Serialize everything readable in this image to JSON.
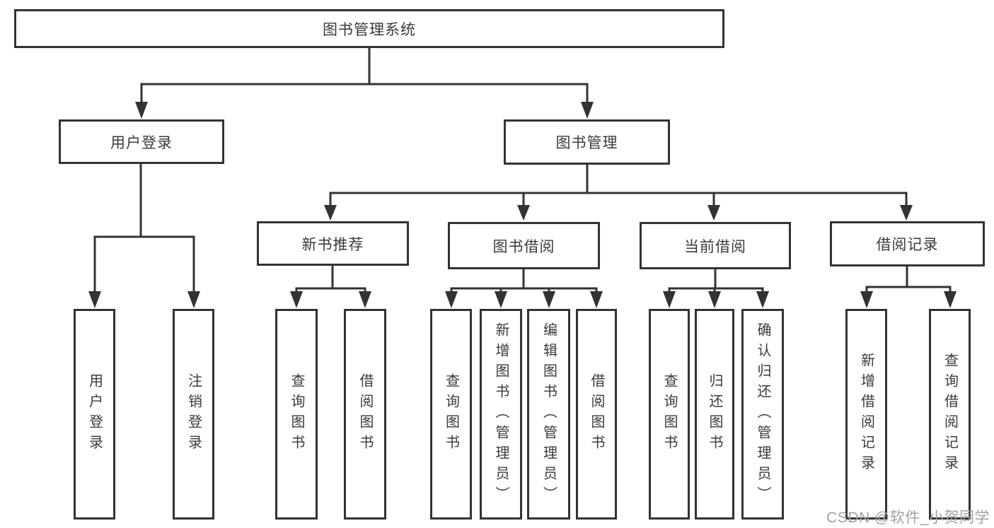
{
  "diagram": {
    "title": "图书管理系统",
    "branches": [
      {
        "label": "用户登录",
        "children": [
          "用户登录",
          "注销登录"
        ]
      },
      {
        "label": "图书管理",
        "sections": [
          {
            "label": "新书推荐",
            "children": [
              "查询图书",
              "借阅图书"
            ]
          },
          {
            "label": "图书借阅",
            "children": [
              "查询图书",
              "新增图书（管理员）",
              "编辑图书（管理员）",
              "借阅图书"
            ]
          },
          {
            "label": "当前借阅",
            "children": [
              "查询图书",
              "归还图书",
              "确认归还（管理员）"
            ]
          },
          {
            "label": "借阅记录",
            "children": [
              "新增借阅记录",
              "查询借阅记录"
            ]
          }
        ]
      }
    ],
    "colors": {
      "line": "#333333",
      "box_border": "#333333",
      "text": "#3a3a3a",
      "watermark": "#a2a2a2",
      "background": "#ffffff"
    }
  },
  "watermark": "CSDN @软件_小贺同学"
}
